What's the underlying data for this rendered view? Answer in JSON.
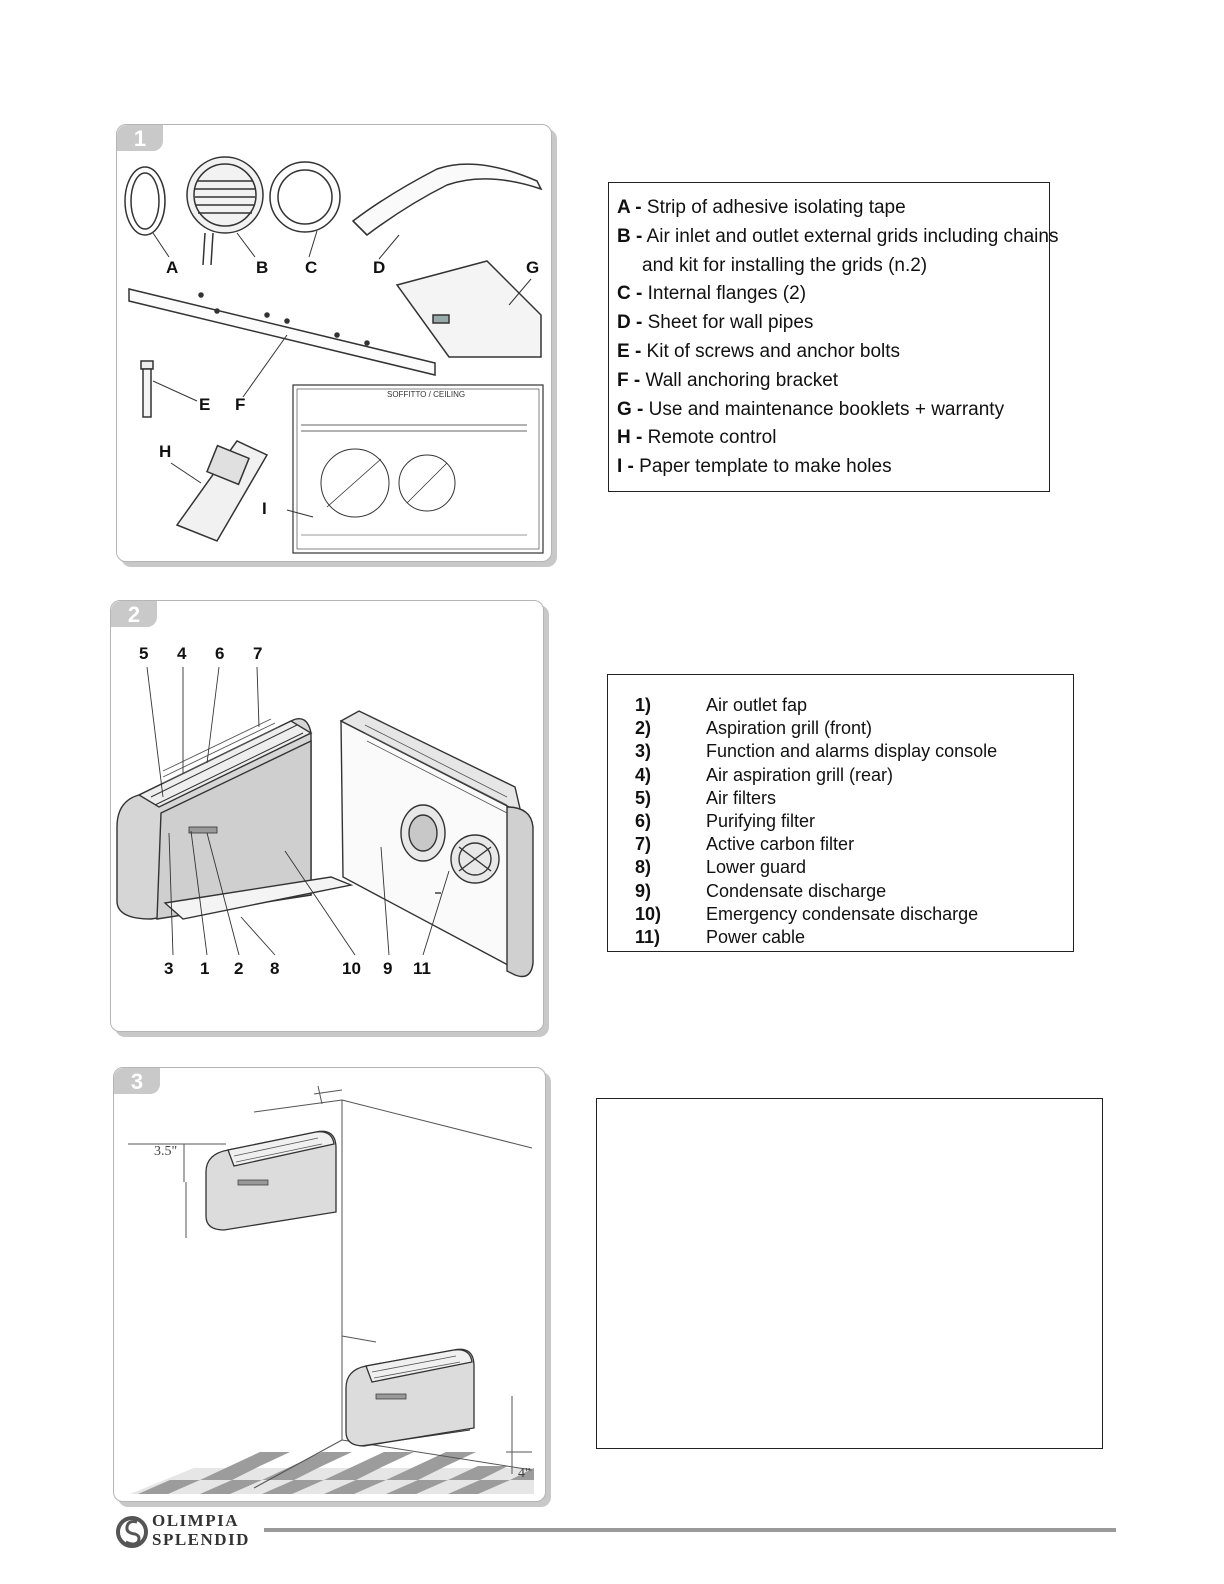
{
  "figures": [
    {
      "number": "1"
    },
    {
      "number": "2"
    },
    {
      "number": "3"
    }
  ],
  "fig1_callouts": [
    "A",
    "B",
    "C",
    "D",
    "G",
    "E",
    "F",
    "H",
    "I"
  ],
  "fig1_template_label": "SOFFITTO / CEILING",
  "legend1": [
    {
      "key": "A -",
      "text": " Strip of adhesive isolating tape"
    },
    {
      "key": "B -",
      "text": " Air inlet and outlet external grids including chains"
    },
    {
      "key": "",
      "text": "and kit for installing the grids (n.2)"
    },
    {
      "key": "C -",
      "text": " Internal flanges (2)"
    },
    {
      "key": "D -",
      "text": "  Sheet for wall pipes"
    },
    {
      "key": "E -",
      "text": " Kit of screws and anchor bolts"
    },
    {
      "key": "F -",
      "text": " Wall anchoring bracket"
    },
    {
      "key": "G -",
      "text": " Use and maintenance booklets + warranty"
    },
    {
      "key": "H -",
      "text": " Remote control"
    },
    {
      "key": "I -",
      "text": "  Paper template to make holes"
    }
  ],
  "fig2_top_callouts": [
    "5",
    "4",
    "6",
    "7"
  ],
  "fig2_bottom_callouts": [
    "3",
    "1",
    "2",
    "8",
    "10",
    "9",
    "11"
  ],
  "legend2": [
    {
      "num": "1)",
      "text": "Air outlet fap"
    },
    {
      "num": "2)",
      "text": "Aspiration grill (front)"
    },
    {
      "num": "3)",
      "text": "Function and alarms display console"
    },
    {
      "num": "4)",
      "text": "Air aspiration grill (rear)"
    },
    {
      "num": "5)",
      "text": "Air filters"
    },
    {
      "num": "6)",
      "text": "Purifying filter"
    },
    {
      "num": "7)",
      "text": "Active carbon filter"
    },
    {
      "num": "8)",
      "text": "Lower guard"
    },
    {
      "num": "9)",
      "text": "Condensate discharge"
    },
    {
      "num": "10)",
      "text": "Emergency condensate discharge"
    },
    {
      "num": "11)",
      "text": "Power cable"
    }
  ],
  "fig3_dims": {
    "top": "3.5\"",
    "bottom": "4\""
  },
  "brand": {
    "line1": "OLIMPIA",
    "line2": "SPLENDID",
    "logo_color": "#555555"
  }
}
